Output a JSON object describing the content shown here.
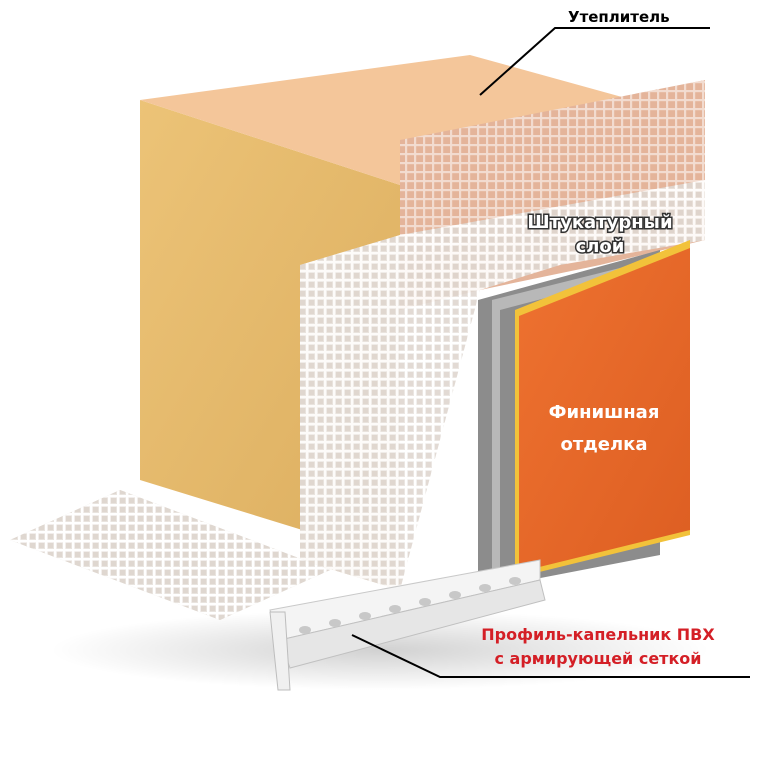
{
  "labels": {
    "insulation": "Утеплитель",
    "plaster_line1": "Штукатурный",
    "plaster_line2": "слой",
    "finish_line1": "Финишная",
    "finish_line2": "отделка",
    "profile_line1": "Профиль-капельник ПВХ",
    "profile_line2": "с армирующей сеткой"
  },
  "colors": {
    "insulation_front": "#e8bc6c",
    "insulation_top": "#f5c89a",
    "insulation_side": "#c9734a",
    "mesh": "#ffffff",
    "plaster": "#8a8a8a",
    "finish": "#e8692a",
    "finish_edge": "#f2c23a",
    "profile_label": "#d41f26",
    "callout_line": "#000000"
  }
}
